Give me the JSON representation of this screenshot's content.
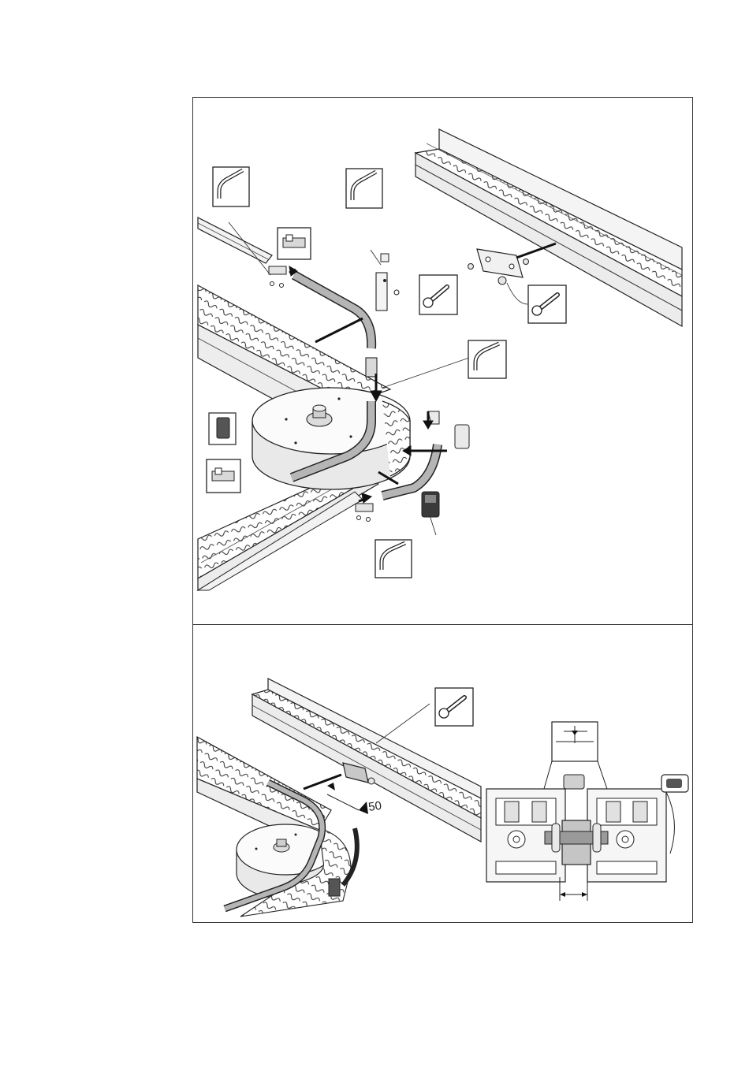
{
  "panels": [
    {
      "id": "top",
      "content": "exploded-assembly"
    },
    {
      "id": "bottom",
      "content": "mounted-assembly-and-cross-section"
    }
  ],
  "tools": {
    "top": [
      "hex-key",
      "hex-key",
      "open-end-wrench",
      "open-end-wrench",
      "hex-key",
      "hex-key"
    ],
    "bottom": [
      "open-end-wrench"
    ]
  },
  "dimension": {
    "value": "50"
  },
  "colors": {
    "line": "#1a1a1a",
    "grey_part": "#a8a8a8",
    "light_grey": "#d9d9d9",
    "section_fill": "#c9c9c9"
  }
}
